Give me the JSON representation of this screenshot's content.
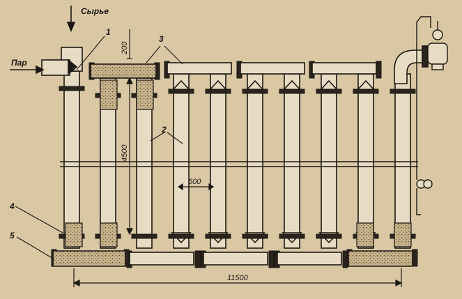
{
  "labels": {
    "feed": "Сырье",
    "steam": "Пар",
    "callout_1": "1",
    "callout_2": "2",
    "callout_3": "3",
    "callout_4": "4",
    "callout_5": "5",
    "dim_200": "200",
    "dim_4500": "4500",
    "dim_600": "600",
    "dim_11500": "11500"
  },
  "colors": {
    "background": "#dac8a5",
    "ink": "#1b1712",
    "pipe_fill": "#e7dcc3",
    "insulation": "#b9a47c"
  }
}
